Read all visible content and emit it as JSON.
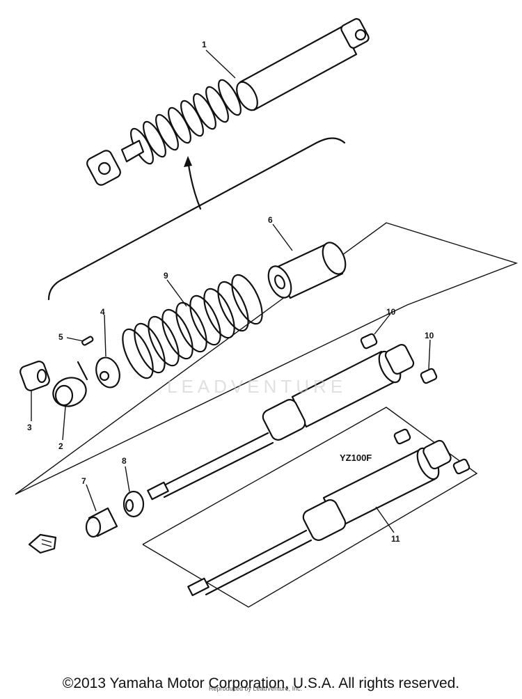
{
  "diagram": {
    "callouts": [
      "1",
      "2",
      "3",
      "4",
      "5",
      "6",
      "7",
      "8",
      "9",
      "10",
      "10",
      "11"
    ],
    "model_label": "YZ100F",
    "watermark": "LEADVENTURE",
    "copyright": "©2013 Yamaha Motor Corporation, U.S.A. All rights reserved.",
    "reproduction_note": "Reproduced by LeadVenture, Inc."
  }
}
